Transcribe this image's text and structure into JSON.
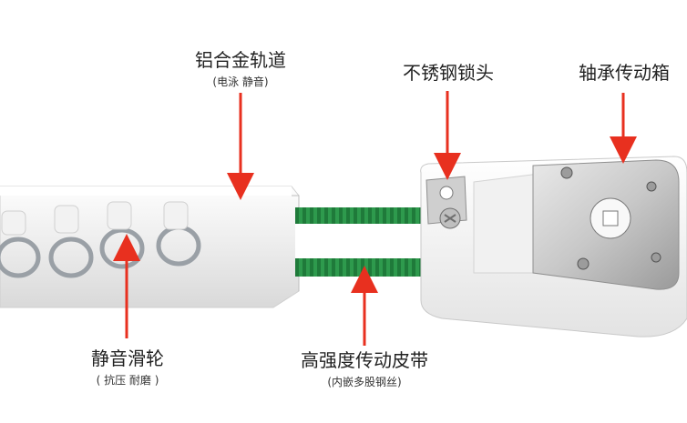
{
  "callouts": {
    "track": {
      "title": "铝合金轨道",
      "subtitle": "(电泳 静音)"
    },
    "lock": {
      "title": "不锈钢锁头",
      "subtitle": ""
    },
    "gearbox": {
      "title": "轴承传动箱",
      "subtitle": ""
    },
    "pulley": {
      "title": "静音滑轮",
      "subtitle": "( 抗压 耐磨 )"
    },
    "belt": {
      "title": "高强度传动皮带",
      "subtitle": "(内嵌多股钢丝)"
    }
  },
  "colors": {
    "arrow": "#e8301f",
    "belt": "#1f7a3a",
    "rail": "#f4f4f4"
  }
}
